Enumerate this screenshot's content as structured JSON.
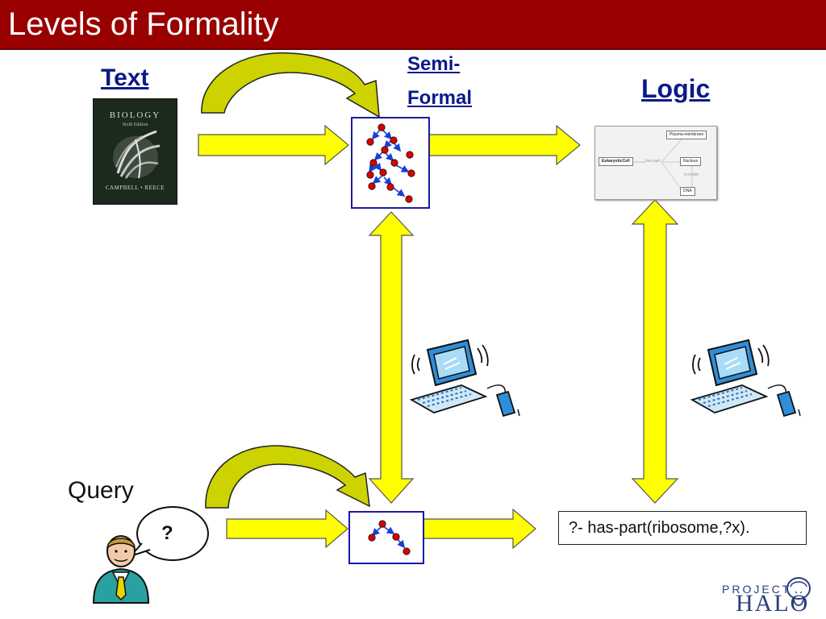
{
  "slide": {
    "title": "Levels of Formality"
  },
  "labels": {
    "text": "Text",
    "semi_formal_line1": "Semi-",
    "semi_formal_line2": "Formal",
    "logic": "Logic",
    "query": "Query"
  },
  "book": {
    "title": "BIOLOGY",
    "subtitle": "Sixth Edition",
    "authors": "CAMPBELL • REECE"
  },
  "logic_graph": {
    "root": "EukaryoticCell",
    "relation": "has-part",
    "nodes": [
      "Plasma-membrane",
      "Nucleus",
      "DNA"
    ],
    "relation2": "is-inside"
  },
  "query_bubble": {
    "symbol": "?"
  },
  "query_expression": "?- has-part(ribosome,?x).",
  "logo": {
    "line1": "PROJECT",
    "line2": "HALO"
  },
  "colors": {
    "title_bar": "#990000",
    "arrow_fill": "#ffff00",
    "arrow_stroke": "#555555",
    "curve_fill": "#ccd300",
    "heading_text": "#0b1a8a",
    "node_red": "#dd0000",
    "node_edge": "#1a3fd6",
    "monitor_blue": "#2f8ed8",
    "person_teal": "#2aa0a0"
  }
}
